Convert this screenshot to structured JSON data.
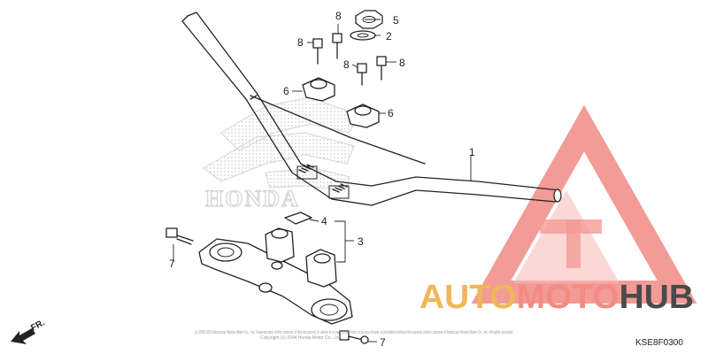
{
  "diagram": {
    "callouts": {
      "c1": "1",
      "c2": "2",
      "c3": "3",
      "c4": "4",
      "c5": "5",
      "c6a": "6",
      "c6b": "6",
      "c7a": "7",
      "c7b": "7",
      "c8a": "8",
      "c8b": "8",
      "c8c": "8",
      "c8d": "8"
    },
    "diagram_code": "KSE8F0300",
    "direction_label": "FR.",
    "copyright_line1": "(c) 2003-2013 American Honda Motor Co., Inc. Reproduction of the contents of this document, in whole or in part, in any form or by any means, is prohibited without the express written consent of American Honda Motor Co., Inc. All rights reserved.",
    "copyright_line2": "Copyright (c) 2004 Honda Motor Co., Ltd."
  },
  "watermarks": {
    "oem_logo_text": "HONDA",
    "brand_auto": "AUTO",
    "brand_moto": "MOTO",
    "brand_hub": "HUB",
    "colors": {
      "auto": "#f0b65a",
      "moto": "#f28b82",
      "hub": "#4a4a4a",
      "triangle": "#f08a85",
      "oem_logo": "#c8c8c8"
    }
  }
}
